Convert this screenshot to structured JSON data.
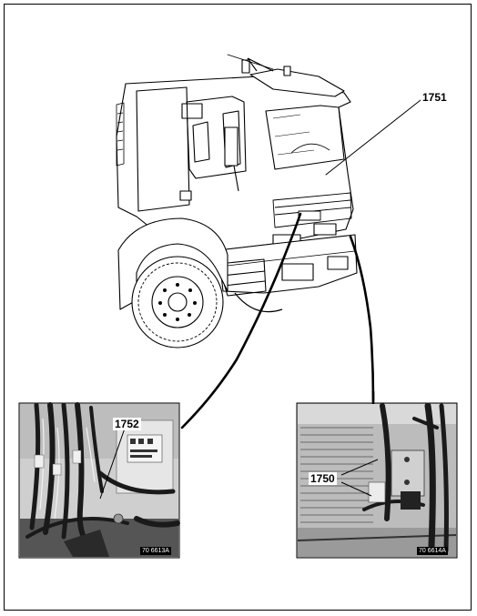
{
  "callouts": {
    "truck_label": "1751",
    "left_photo_label": "1752",
    "right_photo_label": "1750"
  },
  "photo_codes": {
    "left": "70 6613A",
    "right": "70 6614A"
  },
  "colors": {
    "line": "#000000",
    "photo_dark": "#2a2a2a",
    "photo_mid": "#8a8a8a",
    "photo_light": "#d8d8d8"
  }
}
